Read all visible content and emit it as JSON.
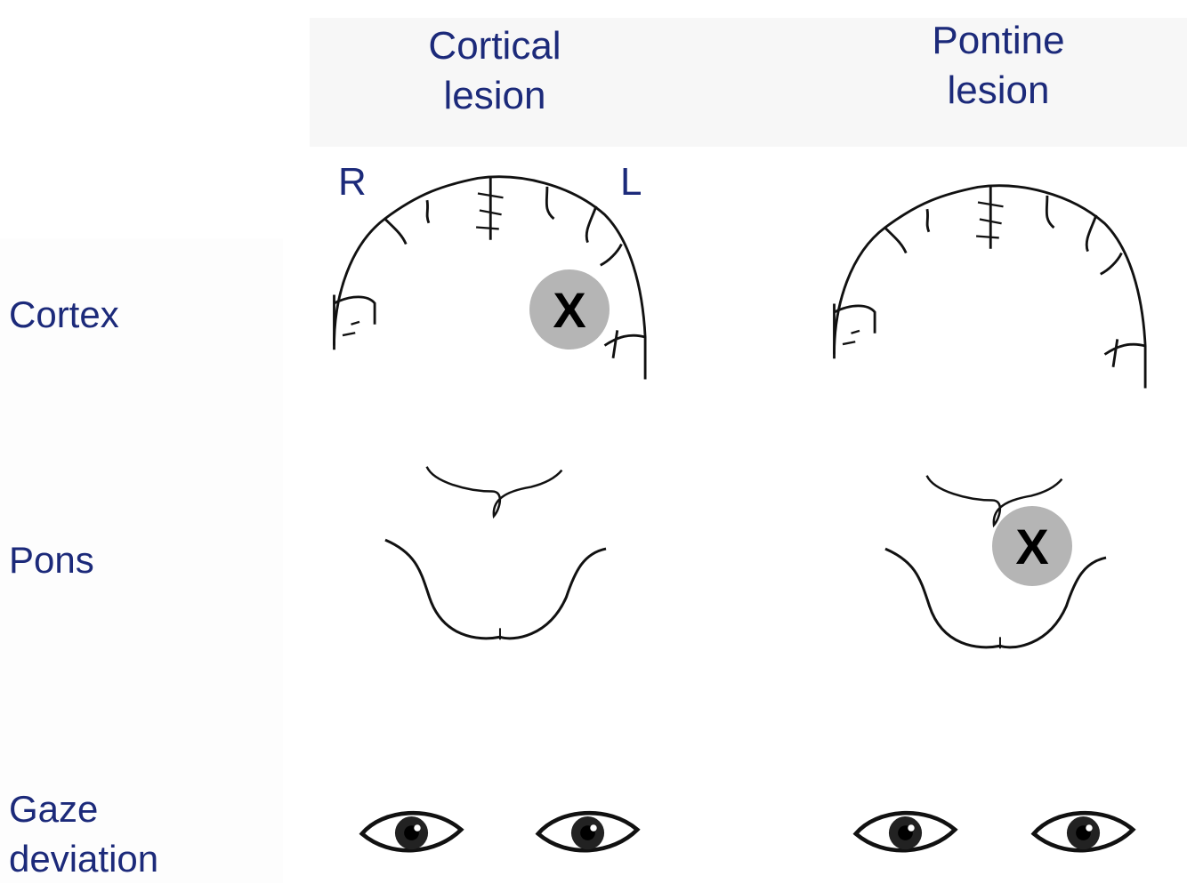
{
  "columns": {
    "cortical": {
      "line1": "Cortical",
      "line2": "lesion"
    },
    "pontine": {
      "line1": "Pontine",
      "line2": "lesion"
    }
  },
  "rows": {
    "cortex": "Cortex",
    "pons": "Pons",
    "gaze_line1": "Gaze",
    "gaze_line2": "deviation"
  },
  "sides": {
    "right": "R",
    "left": "L"
  },
  "lesion_marker": "X",
  "colors": {
    "label_text": "#1c2a7a",
    "lesion_fill": "#b5b5b5",
    "outline": "#111111"
  }
}
